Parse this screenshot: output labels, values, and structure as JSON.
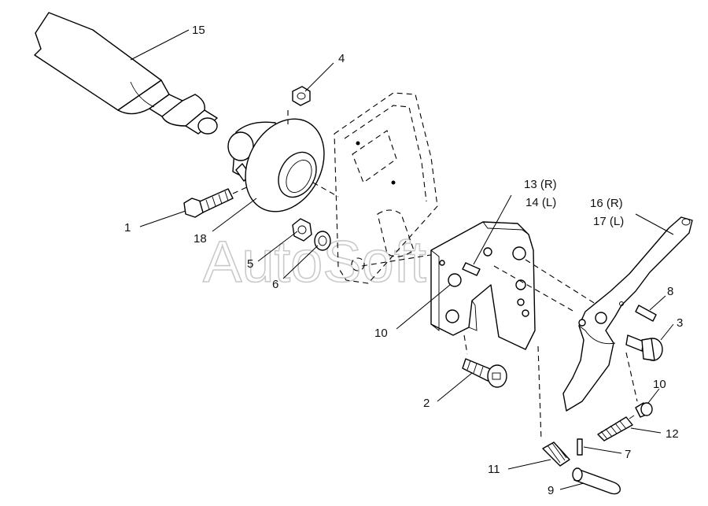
{
  "watermark": "AutoSoft",
  "callouts": {
    "c1": "1",
    "c2": "2",
    "c3": "3",
    "c4": "4",
    "c5": "5",
    "c6": "6",
    "c7": "7",
    "c8": "8",
    "c9": "9",
    "c10a": "10",
    "c10b": "10",
    "c11": "11",
    "c12": "12",
    "c13": "13 (R)",
    "c14": "14 (L)",
    "c15": "15",
    "c16": "16 (R)",
    "c17": "17 (L)",
    "c18": "18"
  }
}
